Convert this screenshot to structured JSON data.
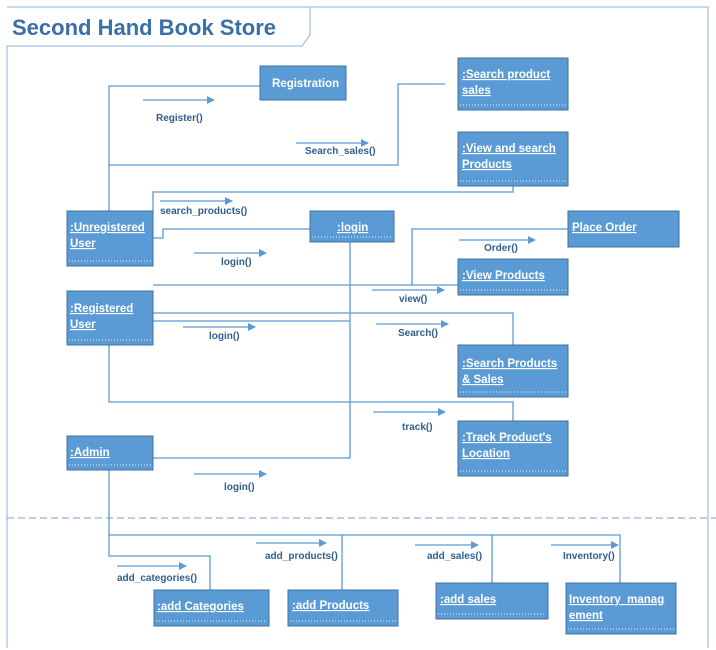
{
  "title": "Second Hand Book Store",
  "colors": {
    "box_fill": "#5b9bd5",
    "box_border": "#41719c",
    "line": "#5b9bd5",
    "title": "#3a6fa8"
  },
  "boxes": {
    "registration": "Registration",
    "search_product_sales": ":Search product sales",
    "view_search_products": ":View and search Products",
    "unregistered_user": ":Unregistered User",
    "login": ":login",
    "place_order": "Place Order",
    "view_products": ":View Products",
    "registered_user": ":Registered User",
    "search_products_sales": ":Search Products & Sales",
    "admin": ":Admin",
    "track_product_location": ":Track Product's Location",
    "add_categories": ":add Categories",
    "add_products": ":add Products",
    "add_sales": ":add sales",
    "inventory_management": "Inventory_management"
  },
  "messages": {
    "register": "Register()",
    "search_sales": "Search_sales()",
    "search_products": "search_products()",
    "login_1": "login()",
    "order": "Order()",
    "view": "view()",
    "login_2": "login()",
    "search": "Search()",
    "track": "track()",
    "login_3": "login()",
    "add_categories": "add_categories()",
    "add_products": "add_products()",
    "add_sales": "add_sales()",
    "inventory": "Inventory()"
  }
}
